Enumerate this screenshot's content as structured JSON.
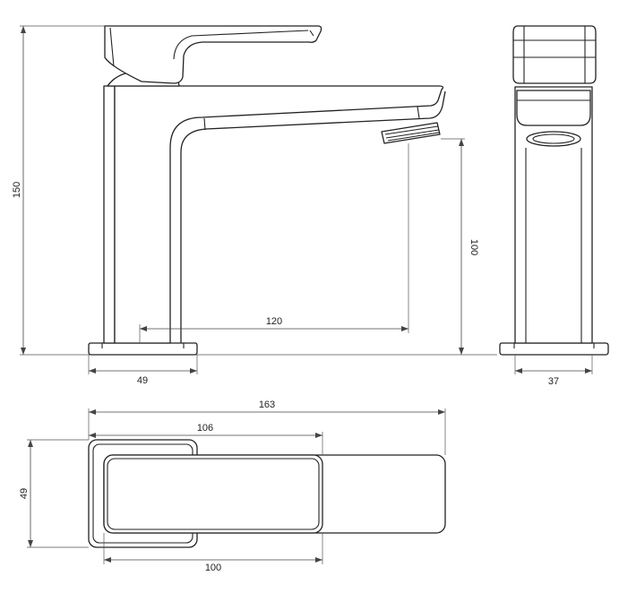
{
  "drawing": {
    "side_view": {
      "dim_total_height": "150",
      "dim_outlet_height": "100",
      "dim_reach": "120",
      "dim_base_width": "49"
    },
    "front_view": {
      "dim_width": "37"
    },
    "top_view": {
      "dim_overall_length": "163",
      "dim_body_to_lever": "106",
      "dim_lever_length": "100",
      "dim_base_depth": "49"
    }
  }
}
